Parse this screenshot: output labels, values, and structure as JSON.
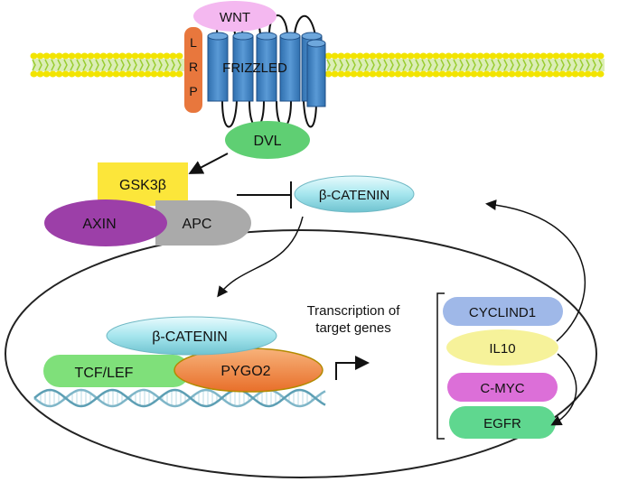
{
  "labels": {
    "wnt": "WNT",
    "lrp": [
      "L",
      "R",
      "P"
    ],
    "frizzled": "FRIZZLED",
    "dvl": "DVL",
    "gsk3b": "GSK3β",
    "axin": "AXIN",
    "apc": "APC",
    "bcatenin_cyto": "β-CATENIN",
    "bcatenin_nuc": "β-CATENIN",
    "tcf_lef": "TCF/LEF",
    "pygo2": "PYGO2",
    "transcription": [
      "Transcription of",
      "target genes"
    ],
    "genes": [
      "CYCLIND1",
      "IL10",
      "C-MYC",
      "EGFR"
    ]
  },
  "colors": {
    "membrane_line": "#9acd32",
    "membrane_head": "#f2e400",
    "wnt": "#f4b8f0",
    "lrp": "#e8773d",
    "frizzled": "#3a7fc1",
    "dvl": "#5fcf73",
    "gsk3b": "#fce63a",
    "axin": "#9c3fa8",
    "apc": "#aaaaaa",
    "bcatenin": "#9fe4ec",
    "tcf_lef": "#7fe07a",
    "pygo2": "#f08a3c",
    "cyclind1": "#9fb8e8",
    "il10": "#f6f29a",
    "cmyc": "#dc6fd8",
    "egfr": "#5fd78f",
    "dna": "#7fb6c8"
  }
}
